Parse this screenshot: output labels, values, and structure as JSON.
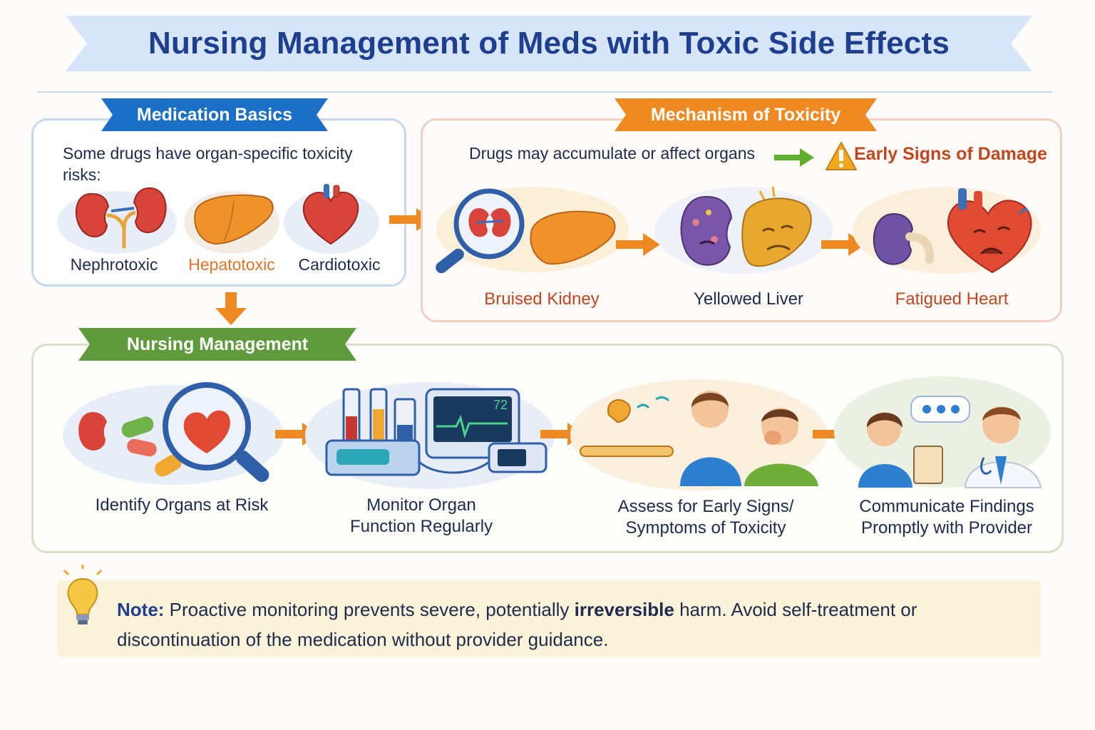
{
  "title": "Nursing  Management of Meds with Toxic Side Effects",
  "basics": {
    "heading": "Medication Basics",
    "text": "Some drugs have organ-specific toxicity risks:",
    "organs": [
      {
        "label": "Nephrotoxic",
        "icon": "kidney-icon"
      },
      {
        "label": "Hepatotoxic",
        "icon": "liver-icon"
      },
      {
        "label": "Cardiotoxic",
        "icon": "heart-icon"
      }
    ]
  },
  "mechanism": {
    "heading": "Mechanism of Toxicity",
    "line": "Drugs may accumulate or affect organs",
    "early_signs": "Early Signs of Damage",
    "stages": [
      {
        "label": "Bruised Kidney"
      },
      {
        "label": "Yellowed Liver"
      },
      {
        "label": "Fatigued Heart"
      }
    ]
  },
  "nursing": {
    "heading": "Nursing Management",
    "steps": [
      {
        "line1": "Identify Organs at Risk",
        "line2": ""
      },
      {
        "line1": "Monitor Organ",
        "line2": "Function Regularly"
      },
      {
        "line1": "Assess for Early Signs/",
        "line2": "Symptoms of Toxicity"
      },
      {
        "line1": "Communicate Findings",
        "line2": "Promptly with Provider"
      }
    ],
    "monitor_reading": "72"
  },
  "note": {
    "label": "Note:",
    "text_before": " Proactive monitoring prevents severe, potentially ",
    "emphasis": "irreversible",
    "text_after": " harm. Avoid self-treatment or discontinuation of the medication without provider guidance."
  },
  "colors": {
    "title_bg": "#d6e5f8",
    "ribbon_blue": "#1c6fc6",
    "ribbon_orange": "#ef8a22",
    "ribbon_green": "#5f9a3c",
    "arrow_orange": "#ef8a22",
    "arrow_green": "#5fae2e"
  }
}
